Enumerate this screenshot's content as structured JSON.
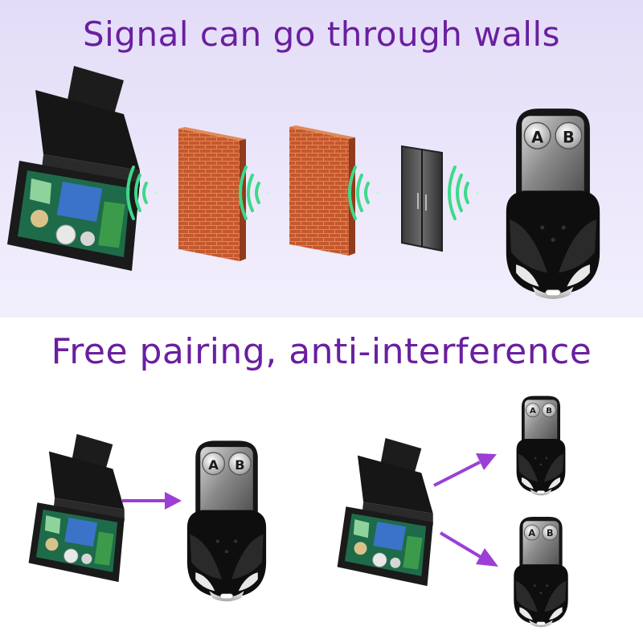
{
  "headlines": {
    "top": "Signal can go through walls",
    "bottom": "Free pairing, anti-interference"
  },
  "remote_buttons": [
    "A",
    "B"
  ],
  "colors": {
    "headline": "#6a1fa0",
    "signal_waves": "#3ed98a",
    "arrows": "#9b3fd6",
    "brick_wall": "#c0582f",
    "top_background": "#e6e0f8"
  },
  "icons": [
    "relay-receiver-icon",
    "brick-wall-icon",
    "door-icon",
    "signal-wave-icon",
    "remote-key-fob-icon",
    "arrow-icon"
  ]
}
